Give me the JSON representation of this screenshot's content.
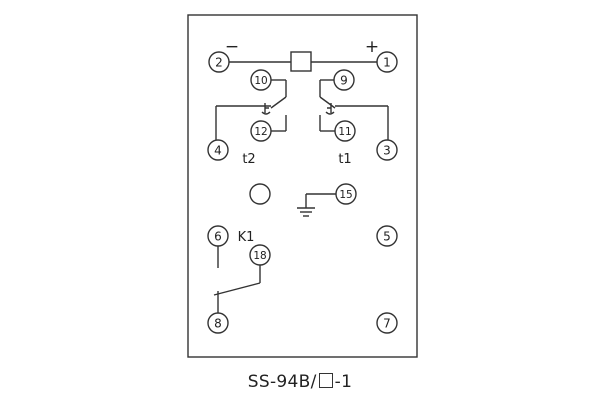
{
  "diagram": {
    "model_prefix": "SS-94B/",
    "model_suffix": "-1",
    "minus_sign": "−",
    "plus_sign": "+",
    "pins": {
      "p1": "1",
      "p2": "2",
      "p3": "3",
      "p4": "4",
      "p5": "5",
      "p6": "6",
      "p7": "7",
      "p8": "8",
      "p9": "9",
      "p10": "10",
      "p11": "11",
      "p12": "12",
      "p15": "15",
      "p18": "18"
    },
    "labels": {
      "t1": "t1",
      "t2": "t2",
      "k1": "K1"
    }
  }
}
